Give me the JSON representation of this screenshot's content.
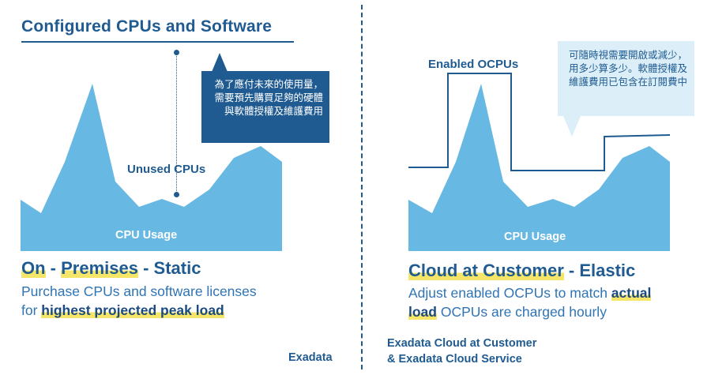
{
  "left": {
    "title": "Configured CPUs and Software",
    "callout": "為了應付未來的使用量，需要預先購買足夠的硬體與軟體授權及維護費用",
    "unused_label": "Unused CPUs",
    "usage_label": "CPU Usage",
    "heading_part1": "On",
    "heading_part2": " - ",
    "heading_part3": "Premises",
    "heading_part4": " - Static",
    "body_line1": "Purchase CPUs and software licenses",
    "body_line2_pre": "for ",
    "body_line2_highlight": "highest projected peak load",
    "footer": "Exadata"
  },
  "right": {
    "enabled_label": "Enabled OCPUs",
    "callout": "可隨時視需要開啟或減少，用多少算多少。軟體授權及維護費用已包含在訂閱費中",
    "usage_label": "CPU Usage",
    "heading_part1": "Cloud at Customer",
    "heading_part2": " - Elastic",
    "body_line1_pre": "Adjust enabled OCPUs to match ",
    "body_line1_highlight": "actual",
    "body_line2_highlight": "load",
    "body_line2_post": " OCPUs are charged hourly",
    "footer_line1": "Exadata Cloud at Customer",
    "footer_line2": "& Exadata Cloud Service"
  },
  "colors": {
    "navy": "#1f5b91",
    "area": "#67b8e3",
    "highlight": "#f5e66a",
    "callout_light": "#dceef8"
  }
}
